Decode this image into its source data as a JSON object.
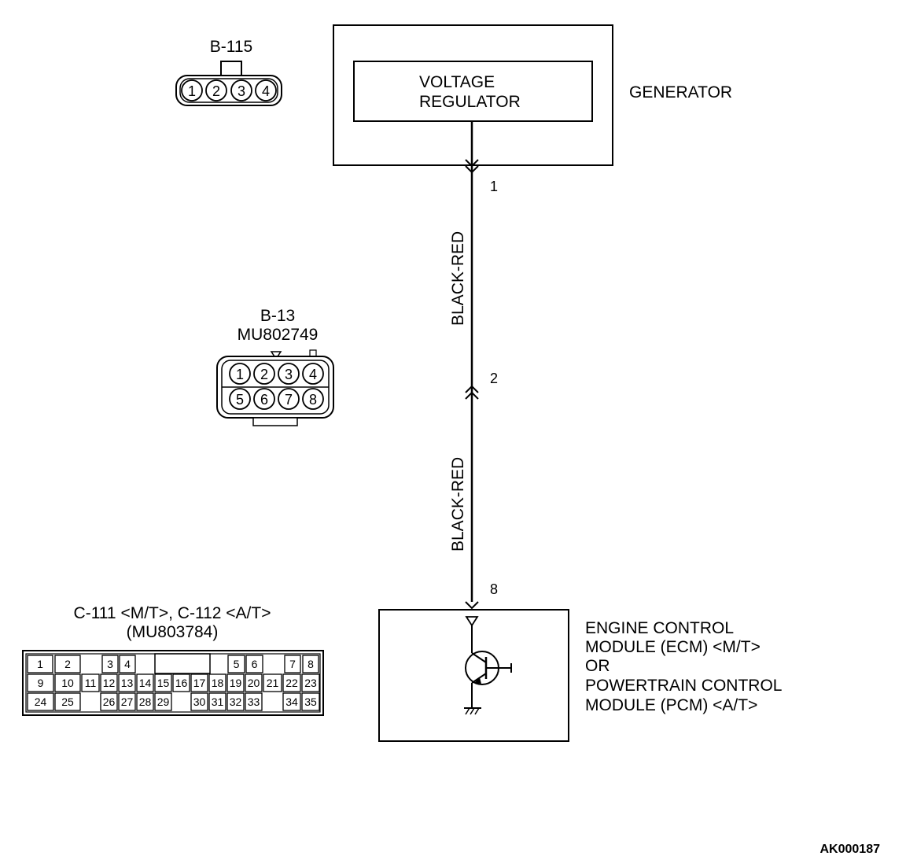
{
  "b115": {
    "label": "B-115",
    "pins": [
      "1",
      "2",
      "3",
      "4"
    ]
  },
  "b13": {
    "label": "B-13",
    "part": "MU802749",
    "pins": [
      "1",
      "2",
      "3",
      "4",
      "5",
      "6",
      "7",
      "8"
    ]
  },
  "generator": {
    "label": "GENERATOR",
    "regulator": [
      "VOLTAGE",
      "REGULATOR"
    ]
  },
  "wires": [
    {
      "color_label": "BLACK-RED"
    },
    {
      "color_label": "BLACK-RED"
    }
  ],
  "terminals": [
    "1",
    "2",
    "8"
  ],
  "ecm": {
    "lines": [
      "ENGINE CONTROL",
      "MODULE (ECM) <M/T>",
      "OR",
      "POWERTRAIN CONTROL",
      "MODULE (PCM) <A/T>"
    ]
  },
  "c111": {
    "label": "C-111 <M/T>, C-112 <A/T>",
    "part": "(MU803784)",
    "rows": [
      [
        "1",
        "2",
        "",
        "3",
        "4",
        "",
        "",
        "",
        "",
        "",
        "",
        "5",
        "6",
        "",
        "7",
        "8"
      ],
      [
        "9",
        "10",
        "11",
        "12",
        "13",
        "14",
        "15",
        "16",
        "17",
        "18",
        "19",
        "20",
        "21",
        "22",
        "23"
      ],
      [
        "24",
        "25",
        "",
        "26",
        "27",
        "28",
        "29",
        "",
        "30",
        "31",
        "32",
        "33",
        "",
        "34",
        "35"
      ]
    ]
  },
  "figure_code": "AK000187",
  "colors": {
    "line": "#000000",
    "background": "#ffffff"
  }
}
